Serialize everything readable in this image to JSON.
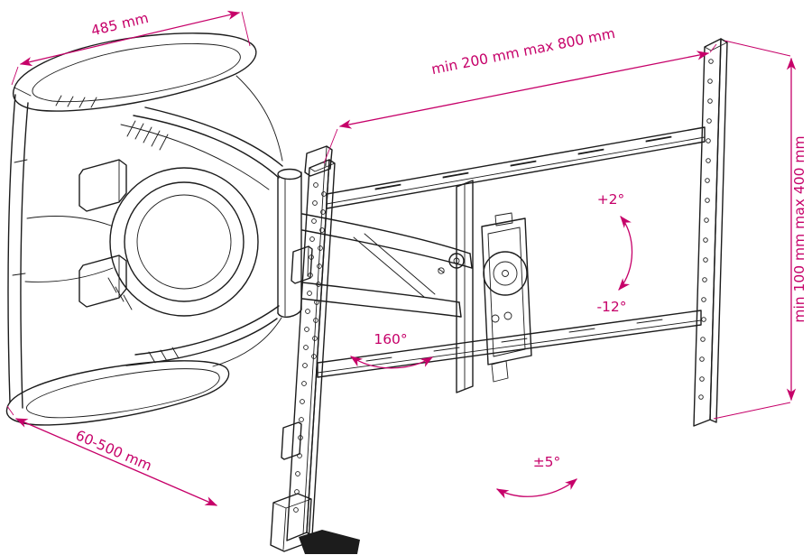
{
  "colors": {
    "line": "#1c1c1c",
    "dim": "#c60069",
    "bg": "#ffffff"
  },
  "dimensions": {
    "wall_plate_width": "485 mm",
    "extension_range": "min 200 mm max 800 mm",
    "vesa_height_range": "min 100 mm max 400 mm",
    "wall_distance_range": "60-500 mm"
  },
  "angles": {
    "tilt_up": "+2°",
    "tilt_down": "-12°",
    "swivel": "160°",
    "level_adjust": "±5°"
  }
}
